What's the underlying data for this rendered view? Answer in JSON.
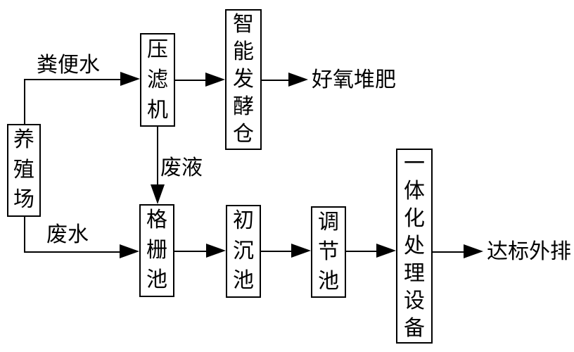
{
  "figure": {
    "background_color": "#ffffff",
    "line_color": "#000000",
    "nodes": {
      "farm": "养殖场",
      "filter_press": "压滤机",
      "fermentation_chamber": "智能发酵仓",
      "grid_pool": "格栅池",
      "primary_sedimentation_pool": "初沉池",
      "regulation_pool": "调节池",
      "integrated_treatment_equipment": "一体化处理设备"
    },
    "edge_labels": {
      "fecal_water": "粪便水",
      "waste_liquid": "废液",
      "wastewater": "废水"
    },
    "terminals": {
      "aerobic_composting": "好氧堆肥",
      "standard_discharge": "达标外排"
    }
  }
}
